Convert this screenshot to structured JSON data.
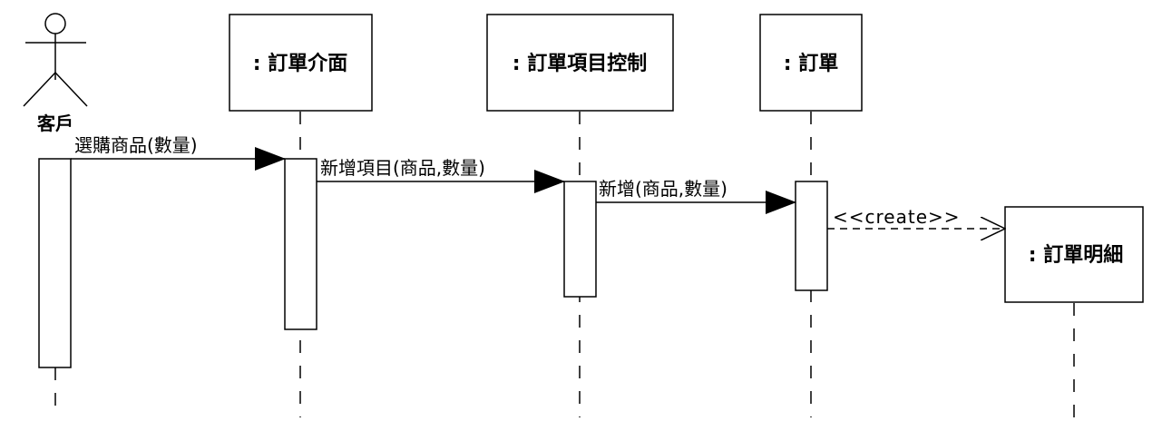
{
  "diagram": {
    "actor": {
      "name": "客戶"
    },
    "objects": [
      {
        "name": ": 訂單介面"
      },
      {
        "name": ": 訂單項目控制"
      },
      {
        "name": ": 訂單"
      },
      {
        "name": ": 訂單明細"
      }
    ],
    "messages": [
      {
        "label": "選購商品(數量)",
        "kind": "sync"
      },
      {
        "label": "新增項目(商品,數量)",
        "kind": "sync"
      },
      {
        "label": "新增(商品,數量)",
        "kind": "sync"
      },
      {
        "label": "<<create>>",
        "kind": "create"
      }
    ]
  }
}
